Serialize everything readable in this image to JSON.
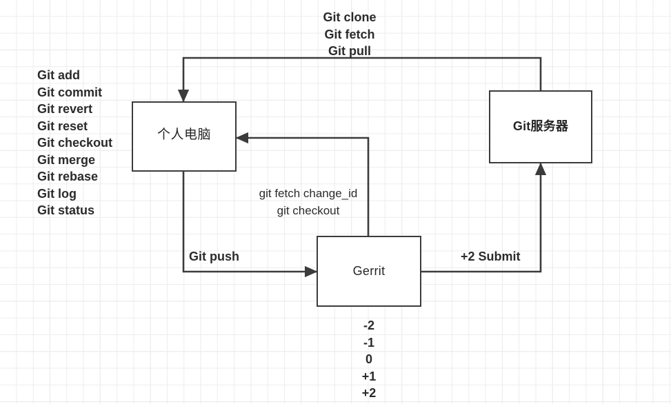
{
  "diagram": {
    "title": "Git / Gerrit workflow diagram",
    "colors": {
      "line": "#3b3b3b",
      "text": "#2b2b2b",
      "node_fill": "#ffffff",
      "grid_minor": "#ededed",
      "grid_major": "#e3e3e3"
    },
    "nodes": {
      "local_pc": "个人电脑",
      "git_server": "Git服务器",
      "gerrit": "Gerrit"
    },
    "captions": {
      "local_commands": "Git add\nGit commit\nGit revert\nGit reset\nGit checkout\nGit merge\nGit rebase\nGit log\nGit status",
      "remote_commands": "Git clone\nGit fetch\nGit pull",
      "fetch_change": "git fetch change_id\ngit checkout",
      "push": "Git push",
      "submit": "+2 Submit",
      "review_scores": "-2\n-1\n0\n+1\n+2"
    },
    "edges": [
      {
        "name": "server-to-local",
        "from": "git_server",
        "to": "local_pc",
        "label": "Git clone\nGit fetch\nGit pull"
      },
      {
        "name": "local-to-gerrit",
        "from": "local_pc",
        "to": "gerrit",
        "label": "Git push"
      },
      {
        "name": "gerrit-to-local",
        "from": "gerrit",
        "to": "local_pc",
        "label": "git fetch change_id\ngit checkout"
      },
      {
        "name": "gerrit-to-server",
        "from": "gerrit",
        "to": "git_server",
        "label": "+2 Submit"
      }
    ]
  }
}
